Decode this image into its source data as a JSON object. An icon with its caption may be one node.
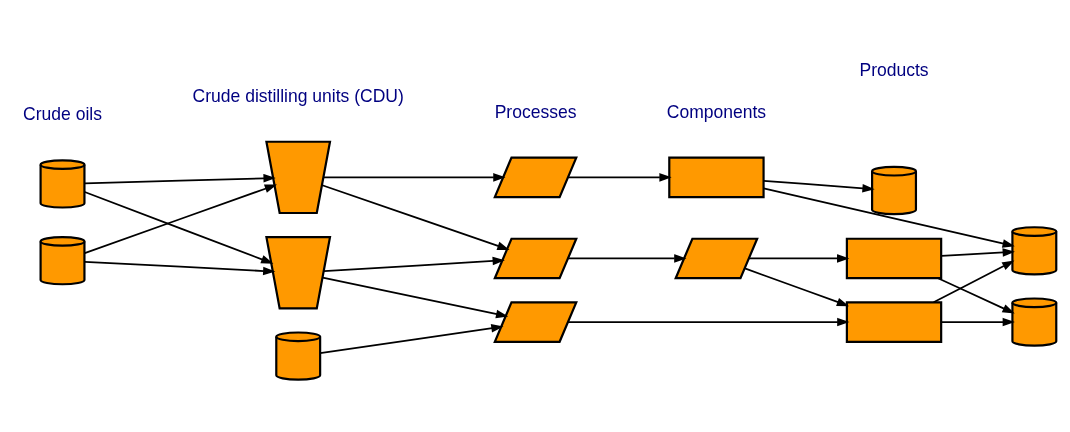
{
  "diagram": {
    "nodes": [
      {
        "text": [],
        "shape": "cylinder"
      },
      {
        "text": [],
        "shape": "cylinder"
      },
      {
        "text": [],
        "shape": "cylinder"
      },
      {
        "text": [],
        "shape": "trapezoid"
      },
      {
        "text": [],
        "shape": "trapezoid"
      },
      {
        "text": [],
        "shape": "parallelogram"
      },
      {
        "text": [],
        "shape": "parallelogram"
      },
      {
        "text": [],
        "shape": "parallelogram"
      },
      {
        "text": [],
        "shape": "parallelogram"
      },
      {
        "text": [],
        "shape": "box"
      },
      {
        "text": [],
        "shape": "box"
      },
      {
        "text": [],
        "shape": "box"
      },
      {
        "text": [],
        "shape": "cylinder"
      },
      {
        "text": [],
        "shape": "cylinder"
      },
      {
        "text": [],
        "shape": "cylinder"
      }
    ],
    "edges": [
      {
        "from": 0,
        "to": 3,
        "arrow": "to"
      },
      {
        "from": 0,
        "to": 4,
        "arrow": "to"
      },
      {
        "from": 1,
        "to": 3,
        "arrow": "to"
      },
      {
        "from": 1,
        "to": 4,
        "arrow": "to"
      },
      {
        "from": 2,
        "to": 8,
        "arrow": "to"
      },
      {
        "from": 3,
        "to": 5,
        "arrow": "to"
      },
      {
        "from": 3,
        "to": 6,
        "arrow": "to"
      },
      {
        "from": 4,
        "to": 6,
        "arrow": "to"
      },
      {
        "from": 4,
        "to": 8,
        "arrow": "to"
      },
      {
        "from": 5,
        "to": 9,
        "arrow": "to"
      },
      {
        "from": 6,
        "to": 7,
        "arrow": "to"
      },
      {
        "from": 7,
        "to": 10,
        "arrow": "to"
      },
      {
        "from": 7,
        "to": 11,
        "arrow": "to"
      },
      {
        "from": 8,
        "to": 11,
        "arrow": "to"
      },
      {
        "from": 9,
        "to": 12,
        "arrow": "to"
      },
      {
        "from": 9,
        "to": 13,
        "arrow": "to"
      },
      {
        "from": 10,
        "to": 13,
        "arrow": "to"
      },
      {
        "from": 10,
        "to": 14,
        "arrow": "to"
      },
      {
        "from": 11,
        "to": 13,
        "arrow": "to"
      },
      {
        "from": 11,
        "to": 14,
        "arrow": "to"
      }
    ],
    "labels": [
      "Crude oils",
      "Crude distilling units (CDU)",
      "Processes",
      "Components",
      "Products"
    ]
  }
}
